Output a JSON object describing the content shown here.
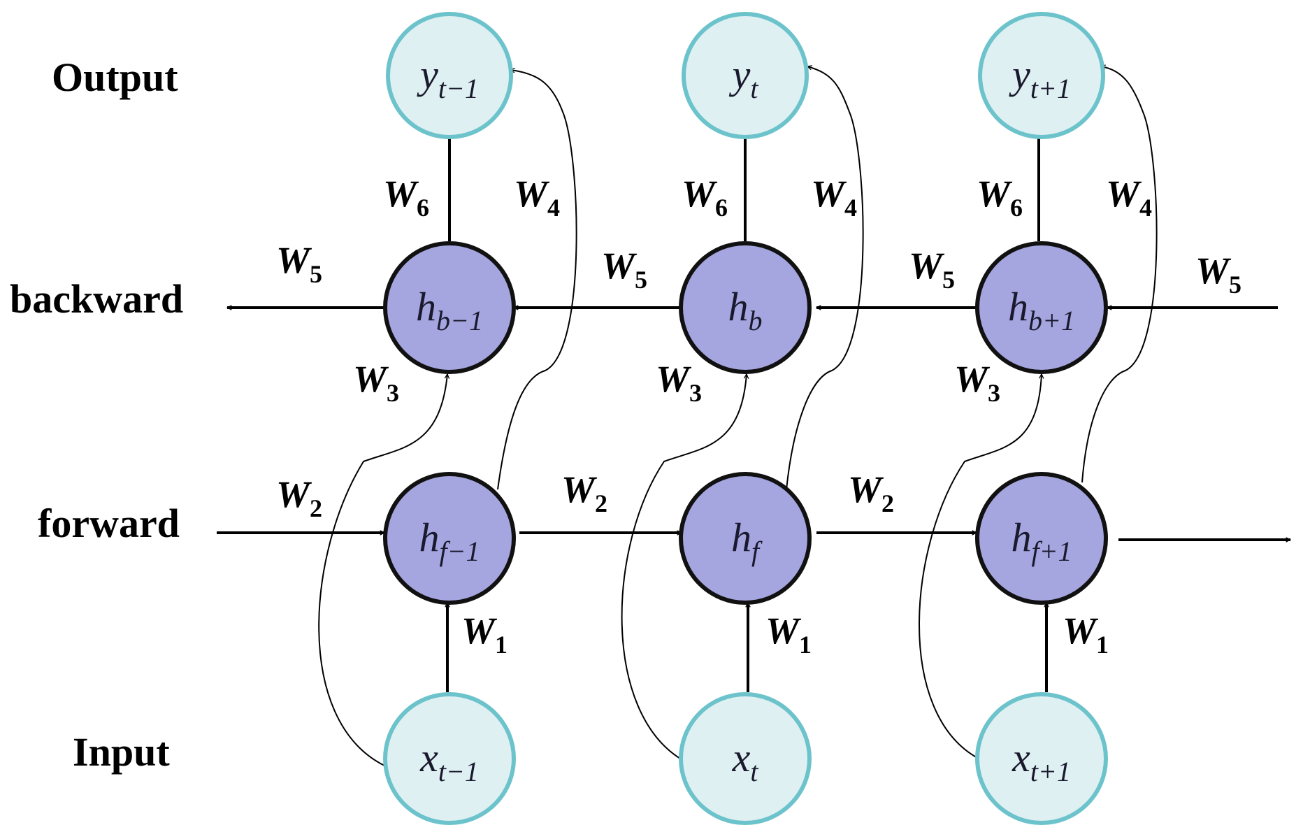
{
  "row_labels": {
    "output": "Output",
    "backward": "backward",
    "forward": "forward",
    "input": "Input"
  },
  "columns": [
    {
      "output": {
        "sym": "y",
        "sub": "t−1"
      },
      "backward": {
        "sym": "h",
        "sub": "b−1"
      },
      "forward": {
        "sym": "h",
        "sub": "f−1"
      },
      "input": {
        "sym": "x",
        "sub": "t−1"
      }
    },
    {
      "output": {
        "sym": "y",
        "sub": "t"
      },
      "backward": {
        "sym": "h",
        "sub": "b"
      },
      "forward": {
        "sym": "h",
        "sub": "f"
      },
      "input": {
        "sym": "x",
        "sub": "t"
      }
    },
    {
      "output": {
        "sym": "y",
        "sub": "t+1"
      },
      "backward": {
        "sym": "h",
        "sub": "b+1"
      },
      "forward": {
        "sym": "h",
        "sub": "f+1"
      },
      "input": {
        "sym": "x",
        "sub": "t+1"
      }
    }
  ],
  "weights": {
    "symbol": "W",
    "w1": "1",
    "w2": "2",
    "w3": "3",
    "w4": "4",
    "w5": "5",
    "w6": "6"
  },
  "colors": {
    "io_fill": "#dff0f2",
    "io_stroke": "#6cc3cb",
    "hidden_fill": "#a5a5e0",
    "hidden_stroke": "#111111"
  }
}
